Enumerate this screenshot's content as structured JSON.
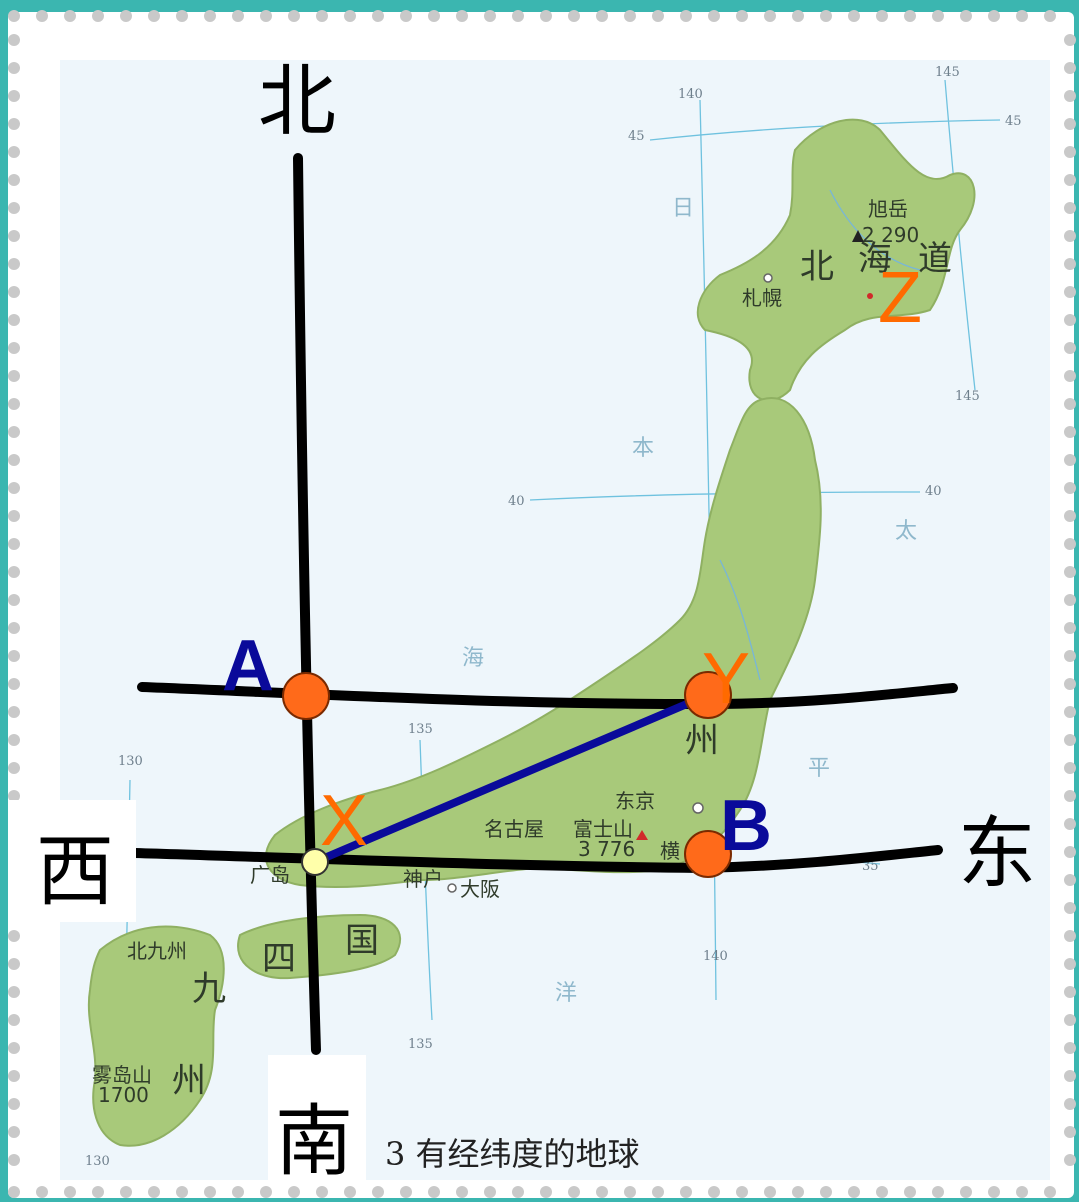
{
  "directions": {
    "north": "北",
    "south": "南",
    "west": "西",
    "east": "东"
  },
  "points": {
    "A": "A",
    "B": "B",
    "X": "X",
    "Y": "Y",
    "Z": "Z"
  },
  "map": {
    "caption": "3 有经纬度的地球",
    "longitude_ticks": [
      "130",
      "135",
      "140",
      "145"
    ],
    "latitude_ticks": [
      "35",
      "40",
      "45"
    ],
    "places": {
      "sapporo": "札幌",
      "asahidake": "旭岳",
      "asahidake_height": "2 290",
      "tokyo": "东京",
      "nagoya": "名古屋",
      "fuji": "富士山",
      "fuji_height": "3 776",
      "osaka": "大阪",
      "kobe": "神户",
      "hiroshima": "广岛",
      "kitakyushu": "北九州",
      "kirishima": "雾岛山",
      "kirishima_height": "1700",
      "yokohama": "横"
    },
    "regions": {
      "hokkaido_1": "北",
      "hokkaido_2": "海",
      "hokkaido_3": "道",
      "honshu": "州",
      "shikoku_1": "四",
      "shikoku_2": "国",
      "kyushu_1": "九",
      "kyushu_2": "州"
    },
    "seas": {
      "sea_of_japan_1": "日",
      "sea_of_japan_2": "本",
      "sea_of_japan_3": "海",
      "pacific_1": "太",
      "pacific_2": "平",
      "pacific_3": "洋"
    }
  },
  "colors": {
    "route": "#0a0a9a",
    "point": "#ff6a1a",
    "letter_blue": "#0a0a9a",
    "letter_orange": "#ff6a00",
    "land": "#a8c97a",
    "graticule": "#6fc2df",
    "frame": "#3bb6b0"
  }
}
